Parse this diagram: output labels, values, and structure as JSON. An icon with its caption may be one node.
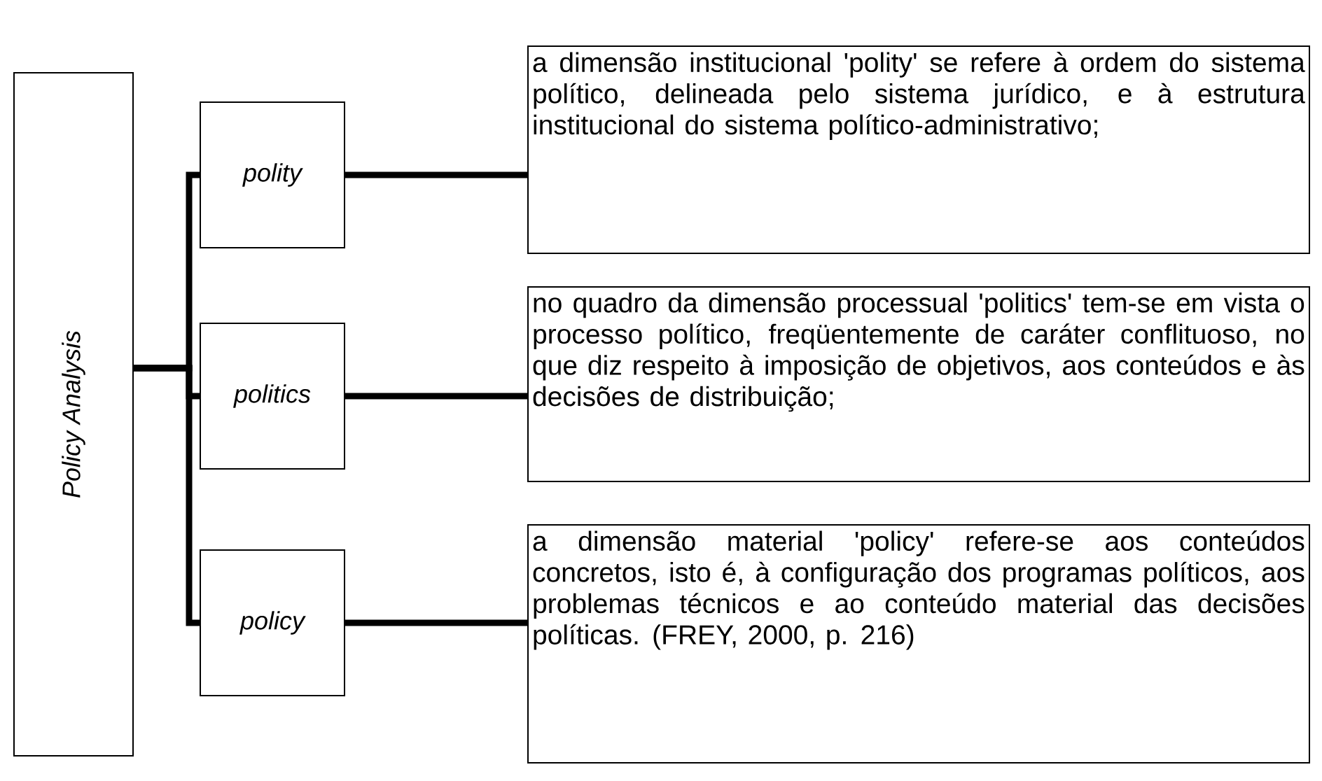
{
  "diagram": {
    "nodes": [
      {
        "text": [
          "Policy Analysis"
        ]
      },
      {
        "text": [
          "polity"
        ]
      },
      {
        "text": [
          "politics"
        ]
      },
      {
        "text": [
          "policy"
        ]
      },
      {
        "text": [
          "a dimensão institucional 'polity' se refere à ordem do sistema político, delineada pelo sistema jurídico, e à estrutura institucional do sistema político-administrativo;"
        ]
      },
      {
        "text": [
          "no quadro da dimensão processual 'politics' tem-se em vista o processo político, freqüentemente de caráter conflituoso, no que diz respeito à imposição de objetivos, aos conteúdos e às decisões de distribuição;"
        ]
      },
      {
        "text": [
          "a dimensão material 'policy' refere-se aos conteúdos concretos, isto é, à configuração dos programas políticos, aos problemas técnicos e ao conteúdo material das decisões políticas. (FREY, 2000, p. 216)"
        ]
      }
    ],
    "edges": [
      {
        "from": 0,
        "to": 1,
        "arrow": "none"
      },
      {
        "from": 0,
        "to": 2,
        "arrow": "none"
      },
      {
        "from": 0,
        "to": 3,
        "arrow": "none"
      },
      {
        "from": 1,
        "to": 4,
        "arrow": "none"
      },
      {
        "from": 2,
        "to": 5,
        "arrow": "none"
      },
      {
        "from": 3,
        "to": 6,
        "arrow": "none"
      }
    ]
  }
}
